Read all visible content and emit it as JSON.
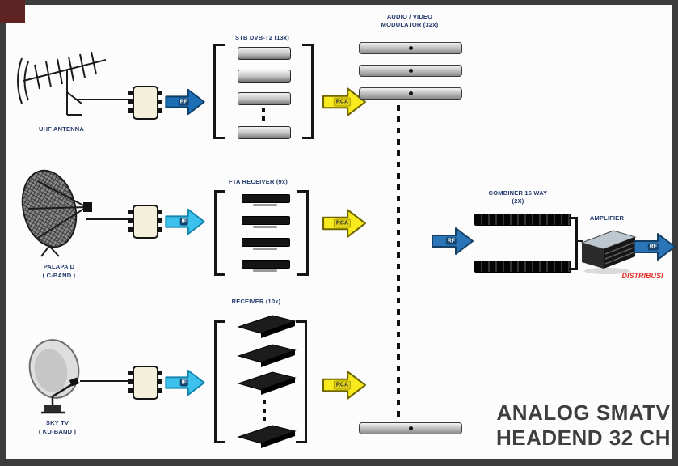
{
  "title": {
    "line1": "ANALOG SMATV",
    "line2": "HEADEND 32 CH"
  },
  "sources": [
    {
      "label": "UHF ANTENNA",
      "sublabel": ""
    },
    {
      "label": "PALAPA D",
      "sublabel": "( C-BAND )"
    },
    {
      "label": "SKY TV",
      "sublabel": "( KU-BAND )"
    }
  ],
  "receiver_stacks": [
    {
      "label": "STB DVB-T2 (13x)"
    },
    {
      "label": "FTA RECEIVER (9x)"
    },
    {
      "label": "RECEIVER (10x)"
    }
  ],
  "modulator": {
    "line1": "AUDIO / VIDEO",
    "line2": "MODULATOR (32x)"
  },
  "combiner": {
    "line1": "COMBINER 16 WAY",
    "line2": "(2X)"
  },
  "amplifier_label": "AMPLIFIER",
  "distribution_label": "DISTRIBUSI",
  "arrow_labels": {
    "rf": "RF",
    "if": "IF",
    "rca": "RCA"
  },
  "colors": {
    "dark_blue_arrow": "#1d6fb5",
    "cyan_arrow": "#3cc0ec",
    "yellow_arrow": "#f9ea1f",
    "blue_arrow": "#2a75b8",
    "navy_text": "#21386b",
    "red_text": "#e33229",
    "title_gray": "#3e3e3e",
    "frame": "#3c3c3c",
    "corner_maroon": "#5e2424"
  }
}
